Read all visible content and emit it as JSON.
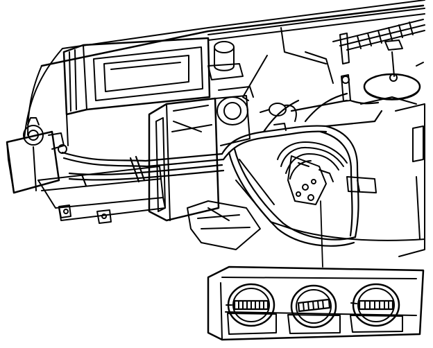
{
  "diagram": {
    "style": "black line-art illustration",
    "colors": {
      "ink": "#000000",
      "paper": "#ffffff"
    },
    "components": [
      "heater-core-box",
      "blend-door-actuator",
      "vacuum-diaphragm-actuator",
      "vacuum-hose-harness",
      "vacuum-tee-fitting",
      "blower-case",
      "control-head-vacuum-connector",
      "control-panel-rotary-knobs"
    ],
    "control_panel": {
      "knob_count": 3
    }
  }
}
